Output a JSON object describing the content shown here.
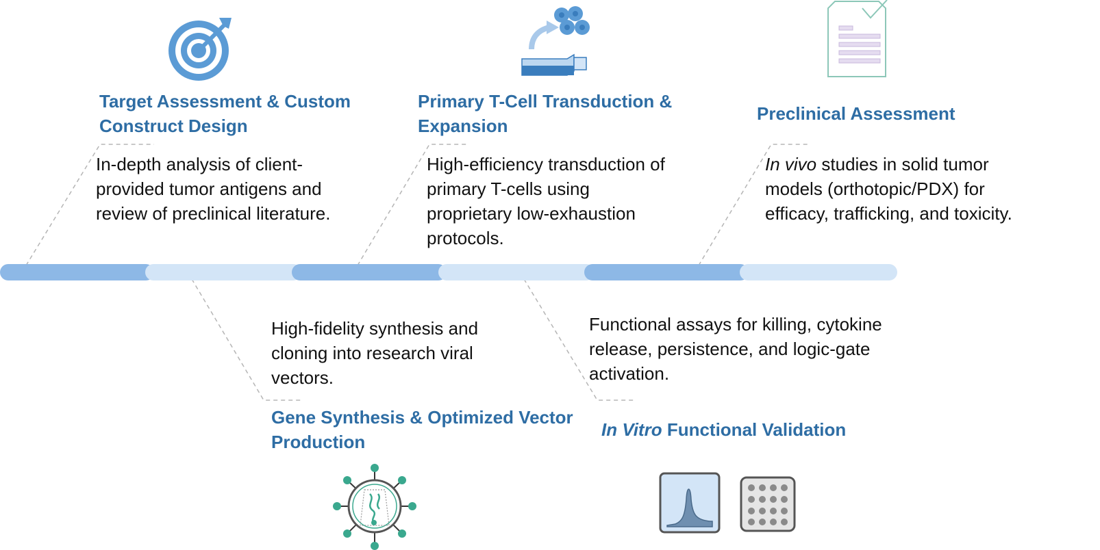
{
  "colors": {
    "heading": "#2e6da4",
    "text": "#111111",
    "timeline_dark": "#8db8e6",
    "timeline_light": "#d3e5f7",
    "connector": "#b5b5b5",
    "icon_blue": "#5b9bd5",
    "icon_teal": "#3aa88e"
  },
  "steps": [
    {
      "title": "Target Assessment & Custom Construct Design",
      "title_lines": [
        "Target Assessment & Custom",
        "Construct Design"
      ],
      "desc_lines": [
        "In-depth analysis of client-",
        "provided tumor antigens and",
        "review of preclinical literature."
      ],
      "icon": "target-icon"
    },
    {
      "title": "Gene Synthesis & Optimized Vector Production",
      "title_lines": [
        "Gene Synthesis & Optimized Vector",
        "Production"
      ],
      "desc_lines": [
        "High-fidelity synthesis and",
        "cloning into research viral",
        "vectors."
      ],
      "icon": "virus-vector-icon"
    },
    {
      "title": "Primary T-Cell Transduction & Expansion",
      "title_lines": [
        "Primary T-Cell Transduction &",
        "Expansion"
      ],
      "desc_lines": [
        "High-efficiency transduction of",
        "primary T-cells using",
        "proprietary low-exhaustion",
        "protocols."
      ],
      "icon": "cell-culture-flask-icon"
    },
    {
      "title_italic": "In Vitro",
      "title_rest": " Functional Validation",
      "desc_lines": [
        "Functional assays for killing, cytokine",
        "release, persistence, and logic-gate",
        "activation."
      ],
      "icon": "assay-plate-icon"
    },
    {
      "title": "Preclinical Assessment",
      "desc_italic": "In vivo",
      "desc_first_rest": " studies in solid tumor",
      "desc_lines_rest": [
        "models (orthotopic/PDX) for",
        "efficacy, trafficking, and toxicity."
      ],
      "icon": "report-document-icon"
    }
  ]
}
